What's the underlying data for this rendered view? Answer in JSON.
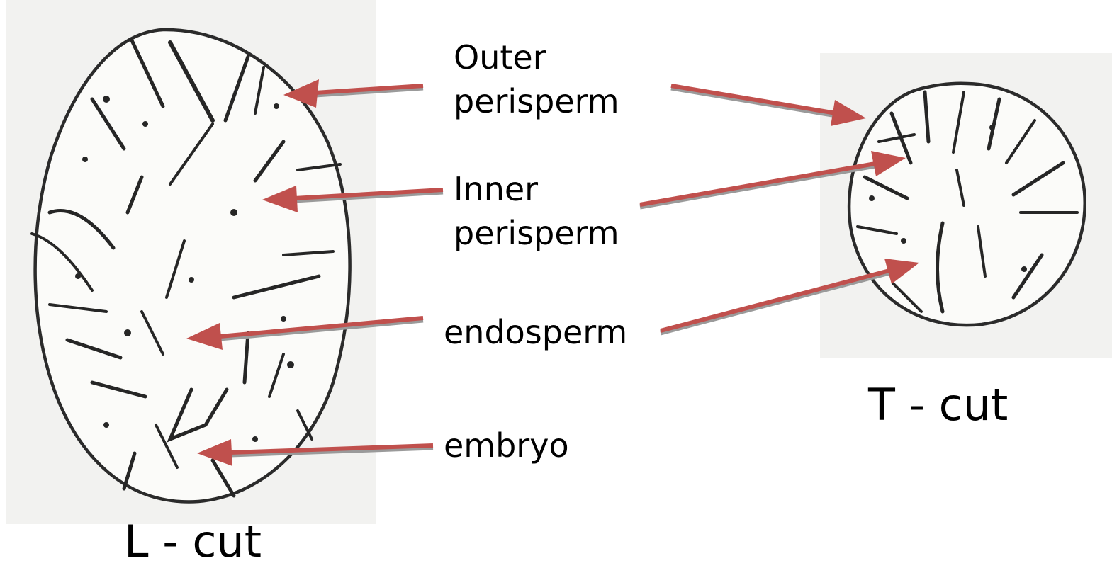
{
  "labels": {
    "outer_perisperm": [
      "Outer",
      "perisperm"
    ],
    "inner_perisperm": [
      "Inner",
      "perisperm"
    ],
    "endosperm": "endosperm",
    "embryo": "embryo"
  },
  "captions": {
    "longitudinal": "L - cut",
    "transverse": "T - cut"
  },
  "colors": {
    "arrow": "#c0504d",
    "arrow_shadow": "#9a9a9a",
    "ink": "#262626",
    "panel": "#f2f2f0"
  }
}
